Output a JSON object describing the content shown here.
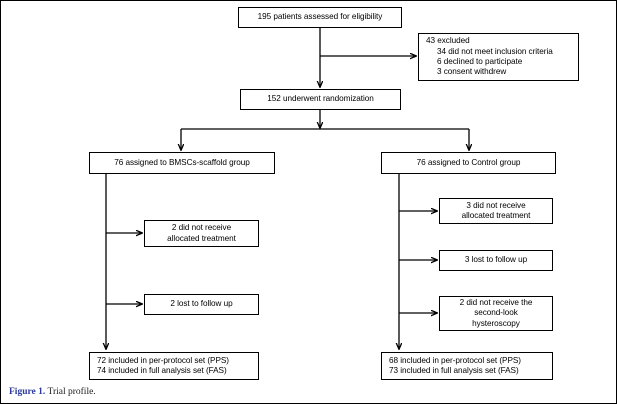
{
  "figure": {
    "caption_label": "Figure 1.",
    "caption_text": "Trial profile.",
    "caption_label_color": "#2b3a9c"
  },
  "chart_data": {
    "type": "diagram",
    "title": "Trial profile",
    "diagram_kind": "CONSORT participant flow chart",
    "nodes": [
      {
        "id": "enrollment",
        "lines": [
          "195 patients assessed for eligibility"
        ]
      },
      {
        "id": "excluded",
        "lines": [
          "43 excluded",
          "34 did not meet inclusion criteria",
          "6 declined to participate",
          "3 consent withdrew"
        ]
      },
      {
        "id": "randomized",
        "lines": [
          "152 underwent randomization"
        ]
      },
      {
        "id": "arm-bmscs",
        "lines": [
          "76 assigned to BMSCs-scaffold group"
        ]
      },
      {
        "id": "arm-control",
        "lines": [
          "76 assigned to Control group"
        ]
      },
      {
        "id": "bmscs-no-treatment",
        "lines": [
          "2 did not receive",
          "allocated treatment"
        ]
      },
      {
        "id": "bmscs-lost",
        "lines": [
          "2 lost to follow up"
        ]
      },
      {
        "id": "control-no-treatment",
        "lines": [
          "3 did not receive",
          "allocated treatment"
        ]
      },
      {
        "id": "control-lost",
        "lines": [
          "3 lost to follow up"
        ]
      },
      {
        "id": "control-no-hysteroscopy",
        "lines": [
          "2 did not receive the",
          "second-look",
          "hysteroscopy"
        ]
      },
      {
        "id": "bmscs-analysis",
        "lines": [
          "72 included in per-protocol set (PPS)",
          "74 included in full analysis set (FAS)"
        ]
      },
      {
        "id": "control-analysis",
        "lines": [
          "68 included in per-protocol set (PPS)",
          "73 included in full analysis set (FAS)"
        ]
      }
    ],
    "counts": {
      "assessed_for_eligibility": 195,
      "excluded_total": 43,
      "excluded_not_meeting_inclusion_criteria": 34,
      "excluded_declined_to_participate": 6,
      "excluded_consent_withdrew": 3,
      "underwent_randomization": 152,
      "assigned_bmscs_scaffold": 76,
      "assigned_control": 76,
      "bmscs_did_not_receive_allocated_treatment": 2,
      "bmscs_lost_to_follow_up": 2,
      "control_did_not_receive_allocated_treatment": 3,
      "control_lost_to_follow_up": 3,
      "control_did_not_receive_second_look_hysteroscopy": 2,
      "bmscs_per_protocol_set": 72,
      "bmscs_full_analysis_set": 74,
      "control_per_protocol_set": 68,
      "control_full_analysis_set": 73
    }
  },
  "boxes": {
    "enrollment": {
      "line1": "195 patients assessed for eligibility"
    },
    "excluded": {
      "line1": "43 excluded",
      "line2": "34 did not meet inclusion criteria",
      "line3": "6 declined to participate",
      "line4": "3 consent withdrew"
    },
    "randomized": {
      "line1": "152 underwent randomization"
    },
    "arm_bmscs": {
      "line1": "76 assigned to BMSCs-scaffold group"
    },
    "arm_control": {
      "line1": "76 assigned to Control group"
    },
    "bmscs_no_treatment": {
      "line1": "2 did not receive",
      "line2": "allocated treatment"
    },
    "bmscs_lost": {
      "line1": "2 lost to follow up"
    },
    "control_no_treatment": {
      "line1": "3 did not receive",
      "line2": "allocated treatment"
    },
    "control_lost": {
      "line1": "3 lost to follow up"
    },
    "control_no_hysteroscopy": {
      "line1": "2 did not receive the",
      "line2": "second-look",
      "line3": "hysteroscopy"
    },
    "bmscs_analysis": {
      "line1": "72 included in per-protocol set (PPS)",
      "line2": "74 included in full analysis set (FAS)"
    },
    "control_analysis": {
      "line1": "68 included in per-protocol set (PPS)",
      "line2": "73 included in full analysis set (FAS)"
    }
  }
}
